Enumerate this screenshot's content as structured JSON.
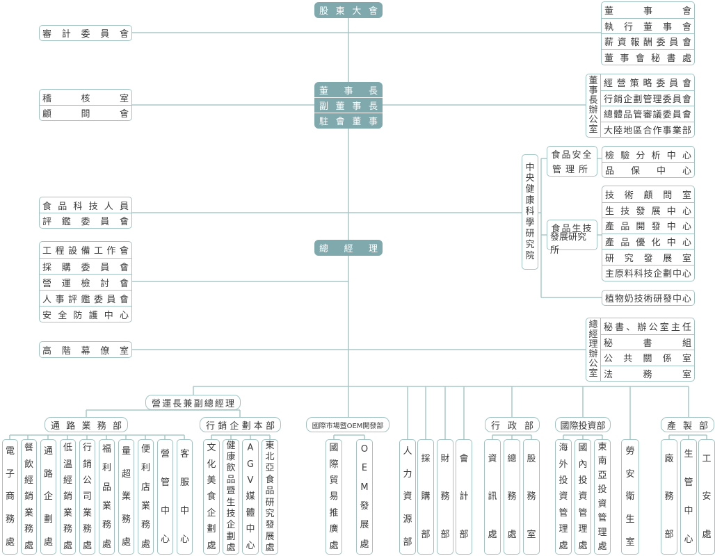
{
  "top": {
    "shareholders": "股東大會",
    "chairman": [
      "董事長",
      "副董事長",
      "駐會董事"
    ],
    "gm": "總經理"
  },
  "left": {
    "audit": "審計委員會",
    "chair_side": [
      "稽核室",
      "顧問會"
    ],
    "food_panel": [
      "食品科技人員",
      "評鑑委員會"
    ],
    "gm_committees": [
      "工程設備工作會",
      "採購委員會",
      "營運檢討會",
      "人事評鑑委員會",
      "安全防護中心"
    ],
    "gm_staff": "高階幕僚室"
  },
  "right": {
    "board": [
      "董事會",
      "執行董事會",
      "薪資報酬委員會",
      "董事會秘書處"
    ],
    "chair_office_label": "董事長辦公室",
    "chair_office": [
      "經營策略委員會",
      "行銷企劃管理委員會",
      "總體品管審議委員會",
      "大陸地區合作事業部"
    ],
    "institute_label": "中央健康科學研究院",
    "food_safety": [
      "食品安全",
      "管理所"
    ],
    "food_safety_units": [
      "檢驗分析中心",
      "品保中心"
    ],
    "food_dev": [
      "食品生技",
      "發展研究所"
    ],
    "food_dev_units": [
      "技術顧問室",
      "生技發展中心",
      "產品開發中心",
      "產品優化中心",
      "研究發展室",
      "主原料科技企劃中心"
    ],
    "plant_milk": "植物奶技術研發中心",
    "gm_office_label": "總經理辦公室",
    "gm_office": [
      "秘書、辦公室主任",
      "秘書組",
      "公共關係室",
      "法務室"
    ]
  },
  "bottom": {
    "coo": "營運長兼副總經理",
    "channel": {
      "header": "通路業務部",
      "units": [
        "電子商務處",
        "餐飲經銷業務處",
        "通路企劃處",
        "低溫經銷業務處",
        "行銷公司業務處",
        "福利品業務處",
        "量超業務處",
        "便利店業務處",
        "營管中心",
        "客服中心"
      ]
    },
    "marketing": {
      "header": "行銷企劃本部",
      "units": [
        "文化美食企劃處",
        "健康飲品暨生技企劃處",
        "AGV媒體中心",
        "東北亞食品研究發展處"
      ]
    },
    "oem": {
      "header": "國際市場暨OEM開發部",
      "units": [
        "國際貿易推廣處",
        "OEM發展處"
      ]
    },
    "standalone": [
      "人力資源部",
      "採購部",
      "財務部",
      "會計部"
    ],
    "admin": {
      "header": "行政部",
      "units": [
        "資訊處",
        "總務處",
        "股務室"
      ]
    },
    "invest": {
      "header": "國際投資部",
      "units": [
        "海外投資管理處",
        "國內投資管理處",
        "東南亞投資管理處"
      ]
    },
    "labor": "勞安衛生室",
    "production": {
      "header": "產製部",
      "units": [
        "廠務部",
        "生管中心",
        "工安處"
      ]
    }
  },
  "colors": {
    "line": "#a9c8c9",
    "teal": "#7fa9ad",
    "border": "#9fc3c2"
  }
}
